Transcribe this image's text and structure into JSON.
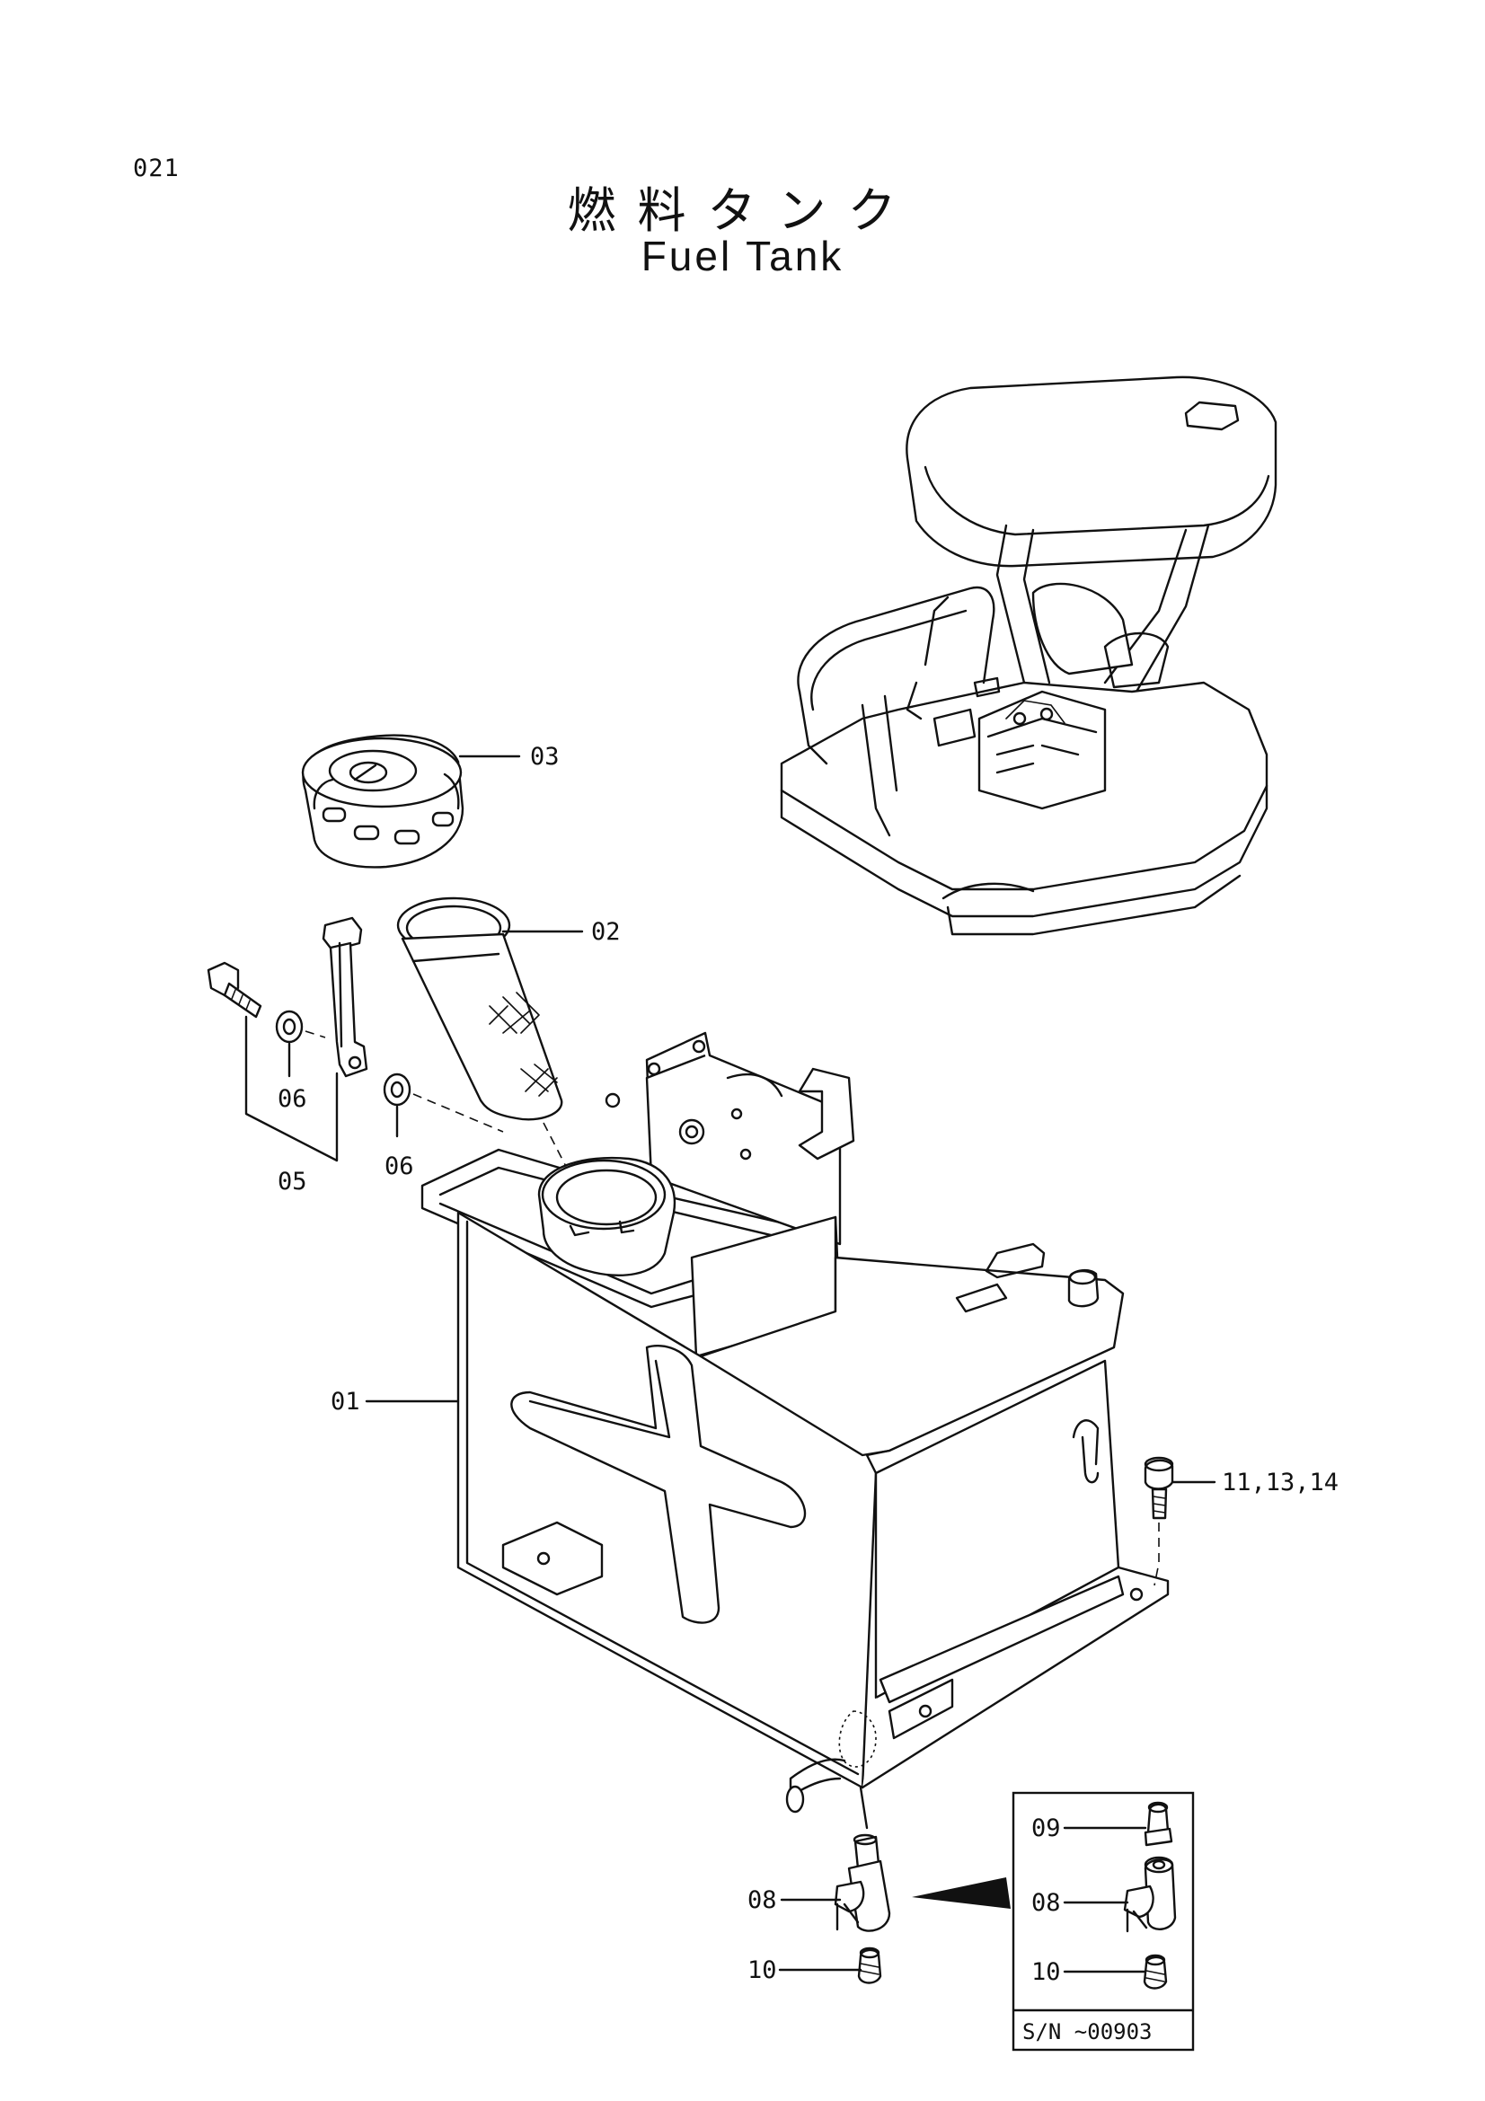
{
  "page_number": "021",
  "title_jp": "燃料タンク",
  "title_en": "Fuel Tank",
  "callouts": [
    {
      "id": "01",
      "label": "01"
    },
    {
      "id": "02",
      "label": "02"
    },
    {
      "id": "03",
      "label": "03"
    },
    {
      "id": "05",
      "label": "05"
    },
    {
      "id": "06a",
      "label": "06"
    },
    {
      "id": "06b",
      "label": "06"
    },
    {
      "id": "08",
      "label": "08"
    },
    {
      "id": "10",
      "label": "10"
    },
    {
      "id": "11",
      "label": "11,13,14"
    }
  ],
  "inset": {
    "callouts": [
      {
        "id": "09",
        "label": "09"
      },
      {
        "id": "08",
        "label": "08"
      },
      {
        "id": "10",
        "label": "10"
      }
    ],
    "serial_note": "S/N  ~00903"
  }
}
